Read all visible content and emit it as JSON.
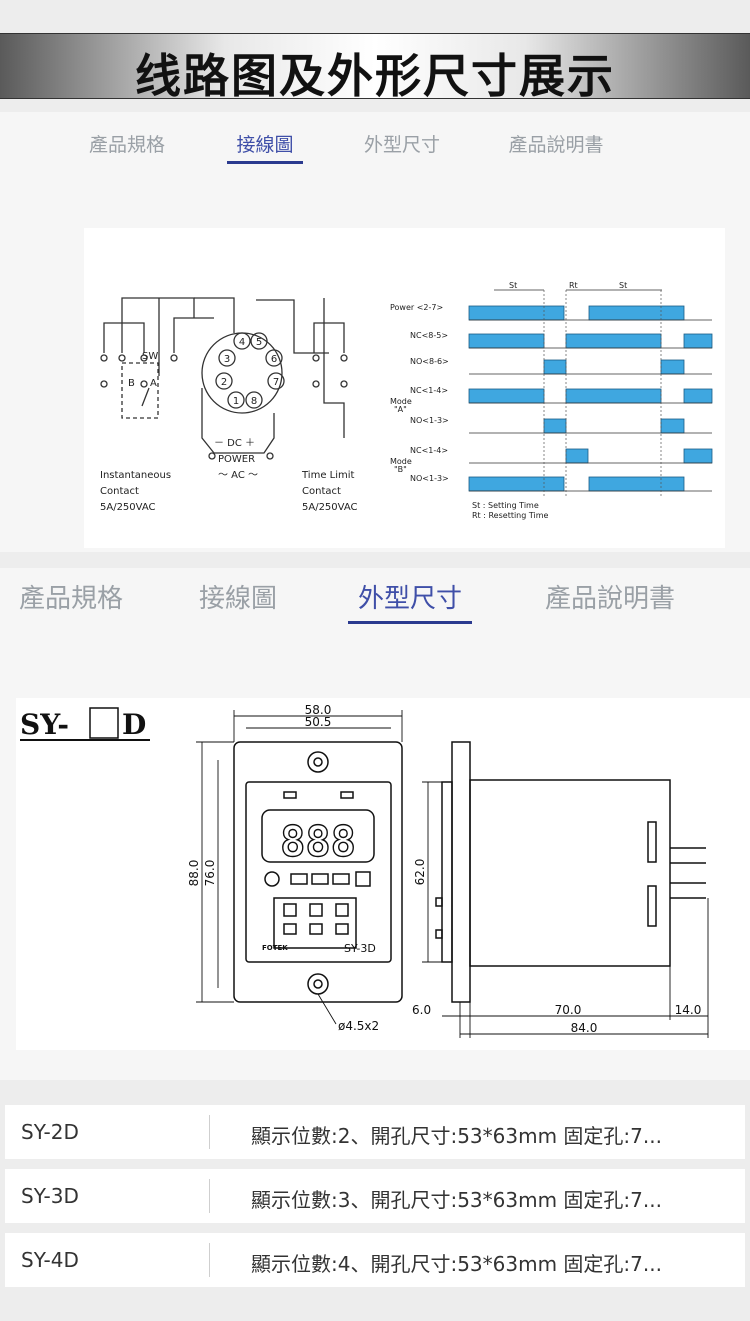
{
  "banner": {
    "title": "线路图及外形尺寸展示"
  },
  "tabs_top": [
    {
      "label": "產品規格",
      "active": false
    },
    {
      "label": "接線圖",
      "active": true
    },
    {
      "label": "外型尺寸",
      "active": false
    },
    {
      "label": "產品說明書",
      "active": false
    }
  ],
  "tabs_bottom": [
    {
      "label": "產品規格",
      "active": false
    },
    {
      "label": "接線圖",
      "active": false
    },
    {
      "label": "外型尺寸",
      "active": true
    },
    {
      "label": "產品說明書",
      "active": false
    }
  ],
  "wiring": {
    "pins": [
      "1",
      "2",
      "3",
      "4",
      "5",
      "6",
      "7",
      "8"
    ],
    "sw_label": "SW",
    "b_label": "B",
    "a_label": "A",
    "dc_label": "－  DC  ＋",
    "power_label": "POWER",
    "ac_label": "～  AC  ～",
    "left_contact": [
      "Instantaneous",
      "Contact",
      "5A/250VAC"
    ],
    "right_contact": [
      "Time Limit",
      "Contact",
      "5A/250VAC"
    ]
  },
  "timing": {
    "st_label": "St",
    "rt_label": "Rt",
    "signals": [
      "Power <2-7>",
      "NC<8-5>",
      "NO<8-6>",
      "NC<1-4>",
      "NO<1-3>",
      "NC<1-4>",
      "NO<1-3>"
    ],
    "mode_a": [
      "Mode",
      "\"A\""
    ],
    "mode_b": [
      "Mode",
      "\"B\""
    ],
    "legend": [
      "St  :  Setting Time",
      "Rt  :  Resetting Time"
    ]
  },
  "dimensions": {
    "model_prefix": "SY-",
    "model_suffix": "D",
    "w_outer": "58.0",
    "w_inner": "50.5",
    "h_outer": "88.0",
    "h_inner": "76.0",
    "depth_h": "62.0",
    "flange": "6.0",
    "body": "70.0",
    "pins": "14.0",
    "total": "84.0",
    "holes": "ø4.5x2",
    "display_digits": "888",
    "brand": "FOTEK",
    "model_text": "SY-3D"
  },
  "products": [
    {
      "model": "SY-2D",
      "desc": "顯示位數:2、開孔尺寸:53*63mm 固定孔:7..."
    },
    {
      "model": "SY-3D",
      "desc": "顯示位數:3、開孔尺寸:53*63mm 固定孔:7..."
    },
    {
      "model": "SY-4D",
      "desc": "顯示位數:4、開孔尺寸:53*63mm 固定孔:7..."
    }
  ]
}
